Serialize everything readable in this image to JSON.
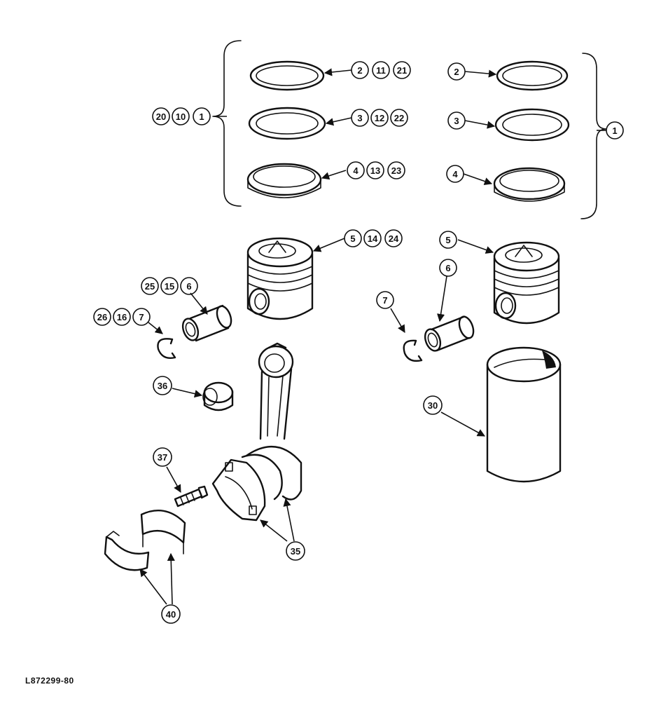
{
  "figure_id": "L872299-80",
  "callouts": {
    "c20": "20",
    "c10": "10",
    "c1l": "1",
    "c2a": "2",
    "c11": "11",
    "c21": "21",
    "c3a": "3",
    "c12": "12",
    "c22": "22",
    "c4a": "4",
    "c13": "13",
    "c23": "23",
    "c2b": "2",
    "c3b": "3",
    "c4b": "4",
    "c1r": "1",
    "c5a": "5",
    "c14": "14",
    "c24": "24",
    "c25": "25",
    "c15": "15",
    "c6a": "6",
    "c26": "26",
    "c16": "16",
    "c7a": "7",
    "c5b": "5",
    "c6b": "6",
    "c7b": "7",
    "c36": "36",
    "c30": "30",
    "c37": "37",
    "c35": "35",
    "c40": "40"
  }
}
